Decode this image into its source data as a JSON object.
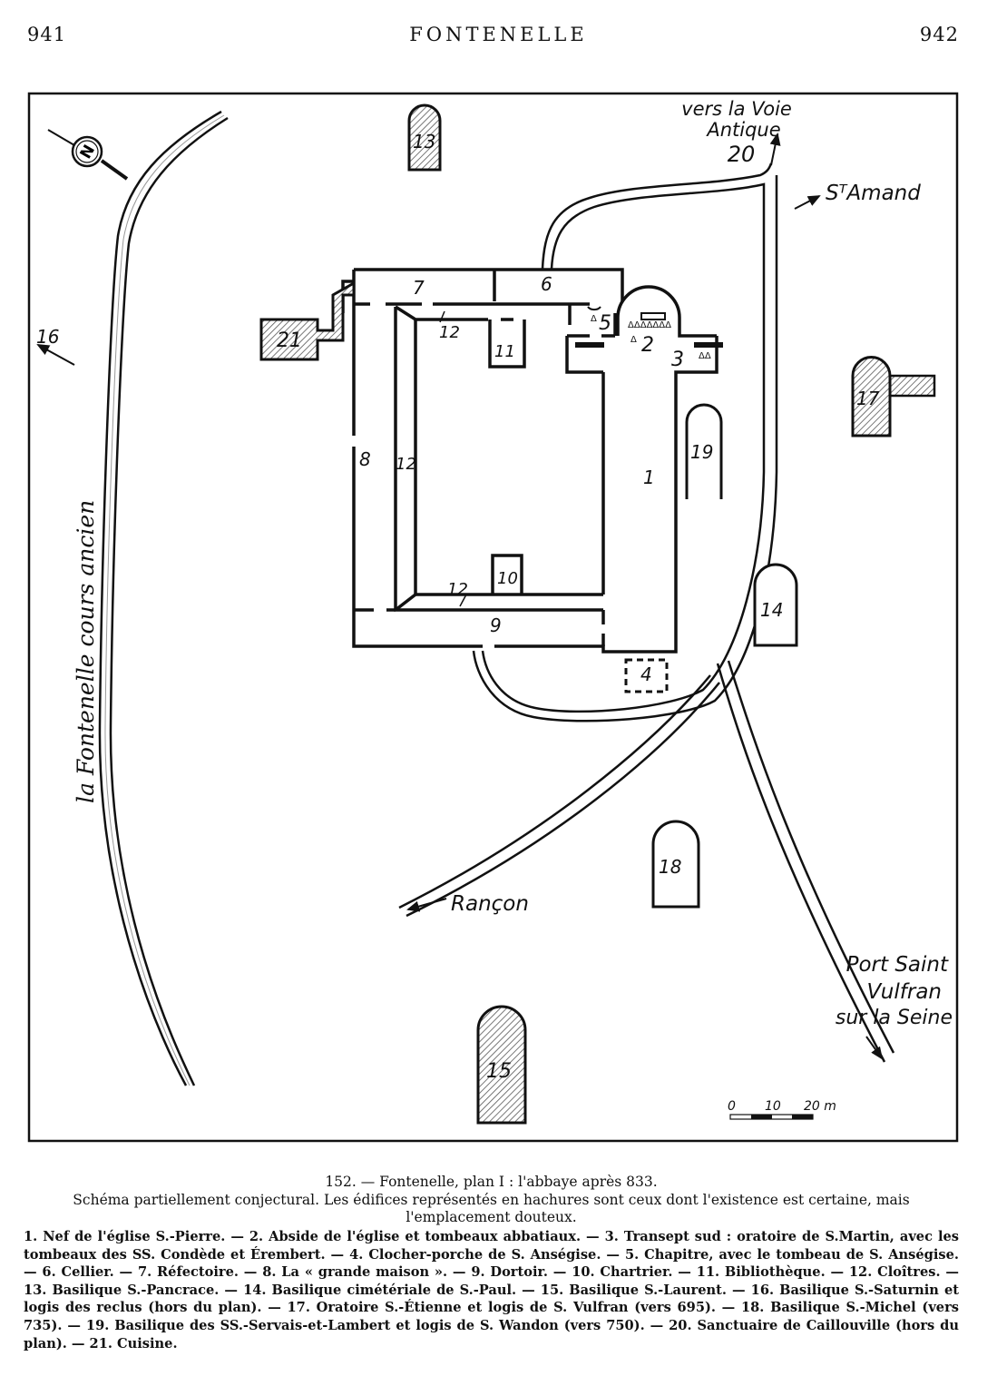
{
  "header": {
    "page_left": "941",
    "title": "FONTENELLE",
    "page_right": "942"
  },
  "map": {
    "compass_letter": "N",
    "building_labels": {
      "b1": "1",
      "b2": "2",
      "b3": "3",
      "b4": "4",
      "b5": "5",
      "b6": "6",
      "b7": "7",
      "b8": "8",
      "b9": "9",
      "b10": "10",
      "b11": "11",
      "b12a": "12",
      "b12b": "12",
      "b12c": "12",
      "b13": "13",
      "b14": "14",
      "b15": "15",
      "b16": "16",
      "b17": "17",
      "b18": "18",
      "b19": "19",
      "b20": "20",
      "b21": "21"
    },
    "place_labels": {
      "voie_line1": "vers la Voie",
      "voie_line2": "Antique",
      "st_amand": "SᵀAmand",
      "rancon": "Rançon",
      "port_line1": "Port Saint",
      "port_line2": "Vulfran",
      "port_line3": "sur la Seine",
      "river": "la Fontenelle   cours ancien"
    },
    "scale": {
      "tick0": "0",
      "tick1": "10",
      "tick2": "20 m"
    },
    "hatch_color": "#555555",
    "ink_color": "#111111"
  },
  "caption": {
    "title": "152. — Fontenelle, plan I : l'abbaye après 833.",
    "note": "Schéma partiellement conjectural. Les édifices représentés en hachures sont ceux dont l'existence est certaine, mais l'emplacement douteux."
  },
  "legend": {
    "text": "1. Nef de l'église S.-Pierre. — 2. Abside de l'église et tombeaux abbatiaux. — 3. Transept sud : oratoire de S.Martin, avec les tombeaux des SS. Condède et Érembert. — 4. Clocher-porche de S. Anségise. — 5. Chapitre, avec le tombeau de S. Anségise. — 6. Cellier. — 7. Réfectoire. — 8. La « grande maison ». — 9. Dortoir. — 10. Chartrier. — 11. Bibliothèque. — 12. Cloîtres. — 13. Basilique S.-Pancrace. — 14. Basilique cimétériale de S.-Paul. — 15. Basilique S.-Laurent. — 16. Basilique S.-Saturnin et logis des reclus (hors du plan). — 17. Oratoire S.-Étienne et logis de S. Vulfran (vers 695). — 18. Basilique S.-Michel (vers 735). — 19. Basilique des SS.-Servais-et-Lambert et logis de S. Wandon (vers 750). — 20. Sanctuaire de Caillouville (hors du plan). — 21. Cuisine."
  }
}
